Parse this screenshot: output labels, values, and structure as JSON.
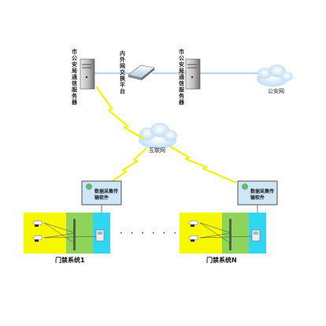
{
  "nodes": {
    "left_server_label": "市公安局通信服务器",
    "switch_label": "内外网交换平台",
    "right_server_label": "市公安局通信服务器",
    "police_network_label": "公安网",
    "internet_label": "互联网",
    "software_left": "数据采集传输软件",
    "software_right": "数据采集传输软件",
    "system_left": "门禁系统1",
    "system_right": "门禁系统N",
    "ellipsis": "· · · · · ·"
  },
  "colors": {
    "lightning": "#f2f20a",
    "link_line": "#6aa8d8",
    "panel_yellow": "#f7f700",
    "panel_green": "#8fd45a",
    "panel_cyan": "#2fd8f0",
    "software_box": "#cfe6f7",
    "cloud": "#dbeefa"
  },
  "icons": [
    "server-icon",
    "switch-icon",
    "cloud-icon",
    "lightning-icon",
    "software-icon",
    "camera-icon",
    "door-icon"
  ]
}
